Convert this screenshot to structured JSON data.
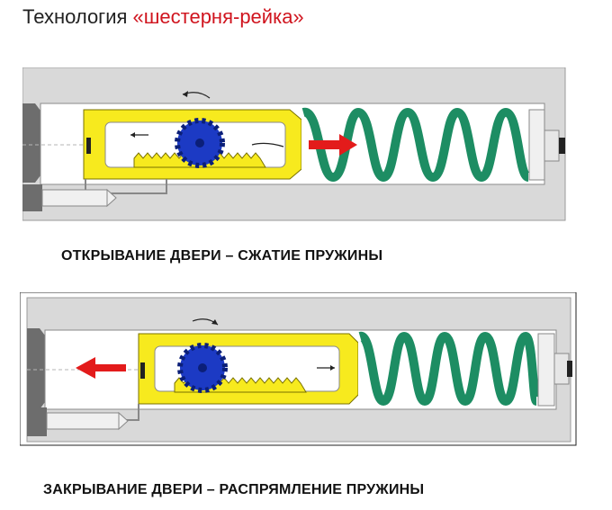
{
  "title": {
    "prefix": "Технология ",
    "highlight": "«шестерня-рейка»"
  },
  "diagrams": [
    {
      "caption": "ОТКРЫВАНИЕ ДВЕРИ – СЖАТИЕ ПРУЖИНЫ",
      "arrow_direction": "right"
    },
    {
      "caption": "ЗАКРЫВАНИЕ ДВЕРИ – РАСПРЯМЛЕНИЕ ПРУЖИНЫ",
      "arrow_direction": "left"
    }
  ],
  "colors": {
    "housing": "#d9d9d9",
    "body": "#f7ea1e",
    "spring": "#1d8d63",
    "gear": "#1c3ac4",
    "arrow": "#e31b1b",
    "title_accent": "#d0141e"
  }
}
